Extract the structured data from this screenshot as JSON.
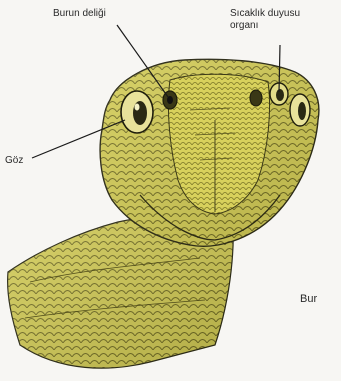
{
  "labels": {
    "nostril": "Burun deliği",
    "heat_sensor_line1": "Sıcaklık duyusu",
    "heat_sensor_line2": "organı",
    "eye": "Göz",
    "cut_text": "Bur"
  },
  "colors": {
    "background": "#f7f6f3",
    "skin": "#d4cd55",
    "skin_dark": "#8f8a2a",
    "outline": "#2b2a14",
    "leader_line": "#1a1a1a"
  }
}
